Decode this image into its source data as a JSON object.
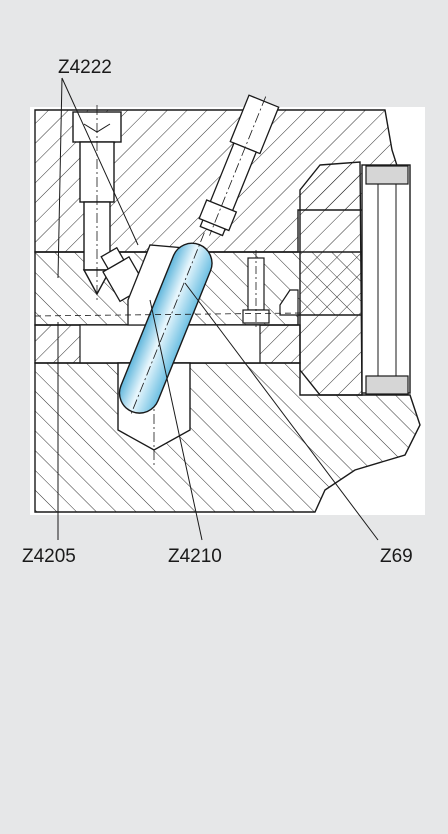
{
  "figure": {
    "labels": {
      "z4222": "Z4222",
      "z4205": "Z4205",
      "z4210": "Z4210",
      "z69": "Z69"
    },
    "colors": {
      "background": "#e6e7e8",
      "section": "#ffffff",
      "line": "#1a1a1a",
      "shaded_component": "#a8d8ef"
    },
    "components": [
      "socket-head-screw-z4222",
      "angled-screw-z4222",
      "sprue-bushing-z4210",
      "locating-pin-z69",
      "small-screw",
      "guide-bushing",
      "lower-plate-z4205"
    ]
  }
}
